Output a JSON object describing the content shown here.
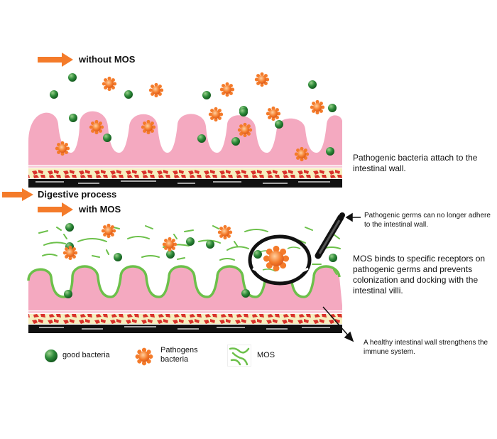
{
  "diagram": {
    "sections": [
      {
        "id": "without",
        "label": "without MOS"
      },
      {
        "id": "digestive",
        "label": "Digestive process"
      },
      {
        "id": "with",
        "label": "with MOS"
      }
    ],
    "annotations": {
      "attach": "Pathogenic bacteria attach to the intestinal wall.",
      "no_adhere": "Pathogenic germs can no longer adhere to the intestinal wall.",
      "binds": "MOS binds to specific receptors on pathogenic germs and prevents colonization and docking with the intestinal villi.",
      "healthy": "A healthy intestinal wall strengthens the immune system."
    },
    "legend": [
      {
        "icon": "good-bacteria-icon",
        "label": "good bacteria"
      },
      {
        "icon": "pathogen-icon",
        "label": "Pathogens bacteria"
      },
      {
        "icon": "mos-icon",
        "label": "MOS"
      }
    ],
    "colors": {
      "arrow": "#f47b2a",
      "villi": "#f4a9c0",
      "mos": "#6cc04a",
      "good_bacteria": "#2e8b3a",
      "pathogen": "#f47b2a",
      "muscle": "#d9312b",
      "submucosa": "#f6efc0",
      "serosa": "#111111"
    }
  }
}
